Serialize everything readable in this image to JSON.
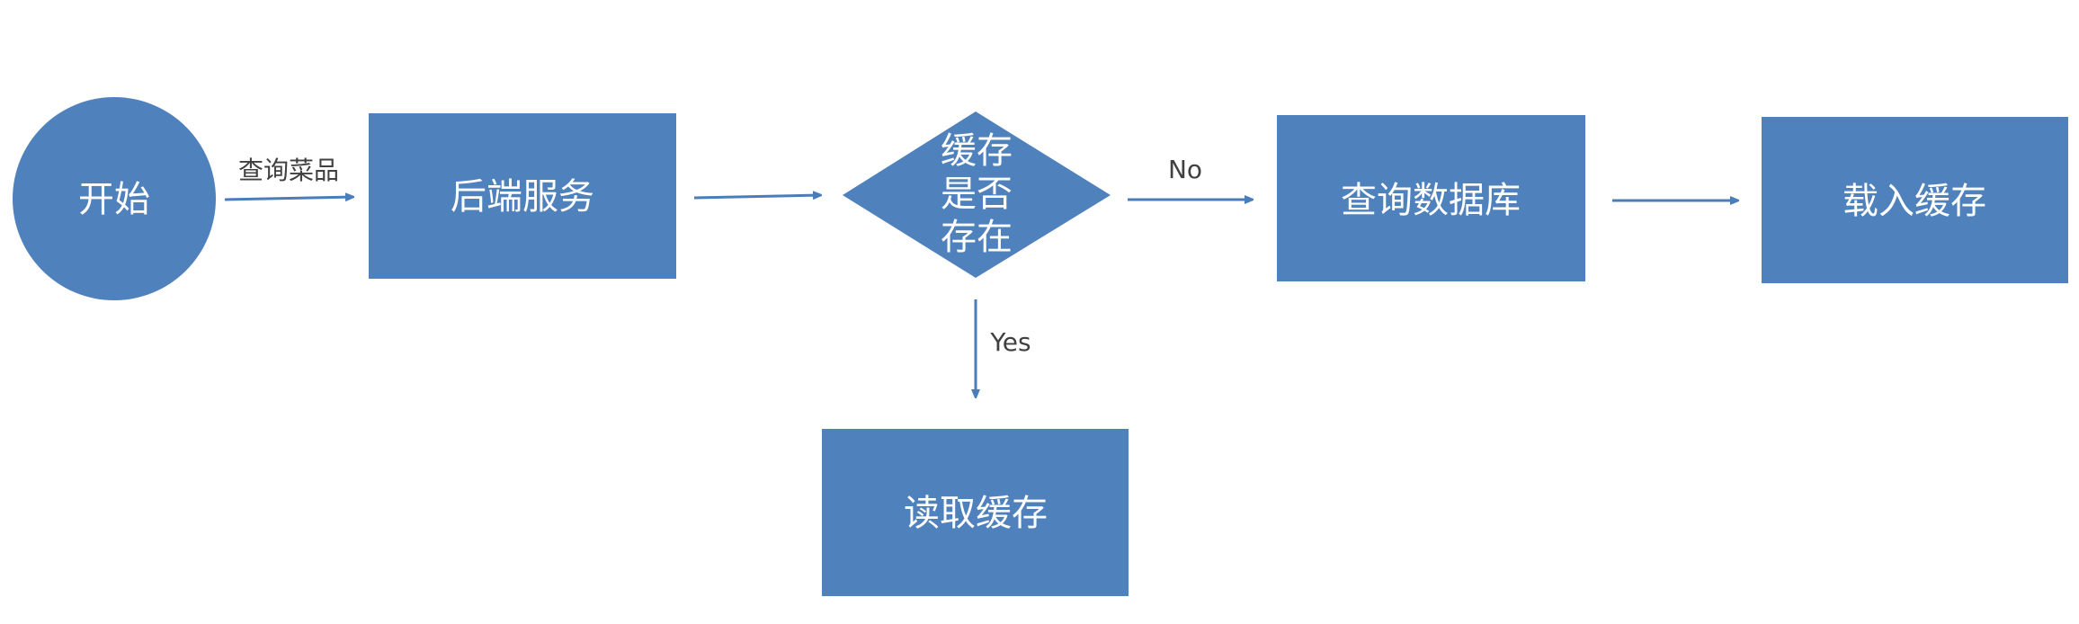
{
  "colors": {
    "node_fill": "#4f81bd",
    "node_text": "#ffffff",
    "arrow": "#4a7ebb",
    "edge_label": "#404040",
    "background": "#ffffff"
  },
  "nodes": {
    "start": {
      "label": "开始",
      "shape": "circle"
    },
    "backend": {
      "label": "后端服务",
      "shape": "rectangle"
    },
    "decision": {
      "label_lines": [
        "缓存",
        "是否",
        "存在"
      ],
      "shape": "diamond"
    },
    "query_db": {
      "label": "查询数据库",
      "shape": "rectangle"
    },
    "load_cache": {
      "label": "载入缓存",
      "shape": "rectangle"
    },
    "read_cache": {
      "label": "读取缓存",
      "shape": "rectangle"
    }
  },
  "edges": {
    "start_to_backend": {
      "label": "查询菜品"
    },
    "backend_to_decision": {
      "label": ""
    },
    "decision_to_query_db": {
      "label": "No"
    },
    "query_db_to_load_cache": {
      "label": ""
    },
    "decision_to_read_cache": {
      "label": "Yes"
    }
  }
}
